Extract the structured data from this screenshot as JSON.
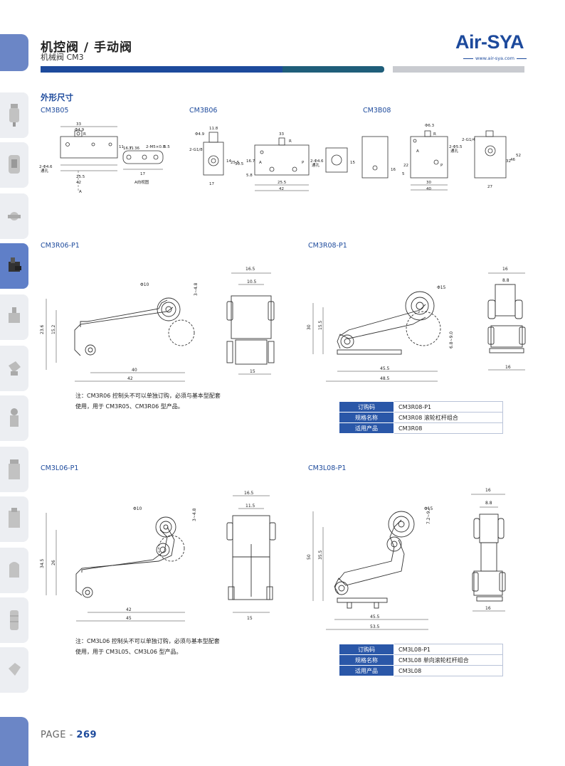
{
  "header": {
    "title": "机控阀 / 手动阀",
    "subtitle": "机械阀 CM3"
  },
  "logo": {
    "brand": "Air-SYA",
    "url": "www.air-sya.com",
    "color": "#1d4a9c"
  },
  "section_title": "外形尺寸",
  "models": {
    "cm3b05": "CM3B05",
    "cm3b06": "CM3B06",
    "cm3b08": "CM3B08",
    "cm3r06": "CM3R06-P1",
    "cm3r08": "CM3R08-P1",
    "cm3l06": "CM3L06-P1",
    "cm3l08": "CM3L08-P1"
  },
  "notes": {
    "r06": [
      "注：CM3R06 控制头不可以单独订购，必须与基本型配套",
      "使用，用于 CM3R05、CM3R06 型产品。"
    ],
    "l06": [
      "注：CM3L06 控制头不可以单独订购，必须与基本型配套",
      "使用，用于 CM3L05、CM3L06 型产品。"
    ]
  },
  "tables": {
    "r08": [
      {
        "k": "订购码",
        "v": "CM3R08-P1"
      },
      {
        "k": "规格名称",
        "v": "CM3R08 滚轮杠杆组合"
      },
      {
        "k": "适用产品",
        "v": "CM3R08"
      }
    ],
    "l08": [
      {
        "k": "订购码",
        "v": "CM3L08-P1"
      },
      {
        "k": "规格名称",
        "v": "CM3L08 单向滚轮杠杆组合"
      },
      {
        "k": "适用产品",
        "v": "CM3L08"
      }
    ]
  },
  "page": {
    "prefix": "PAGE - ",
    "number": "269"
  }
}
